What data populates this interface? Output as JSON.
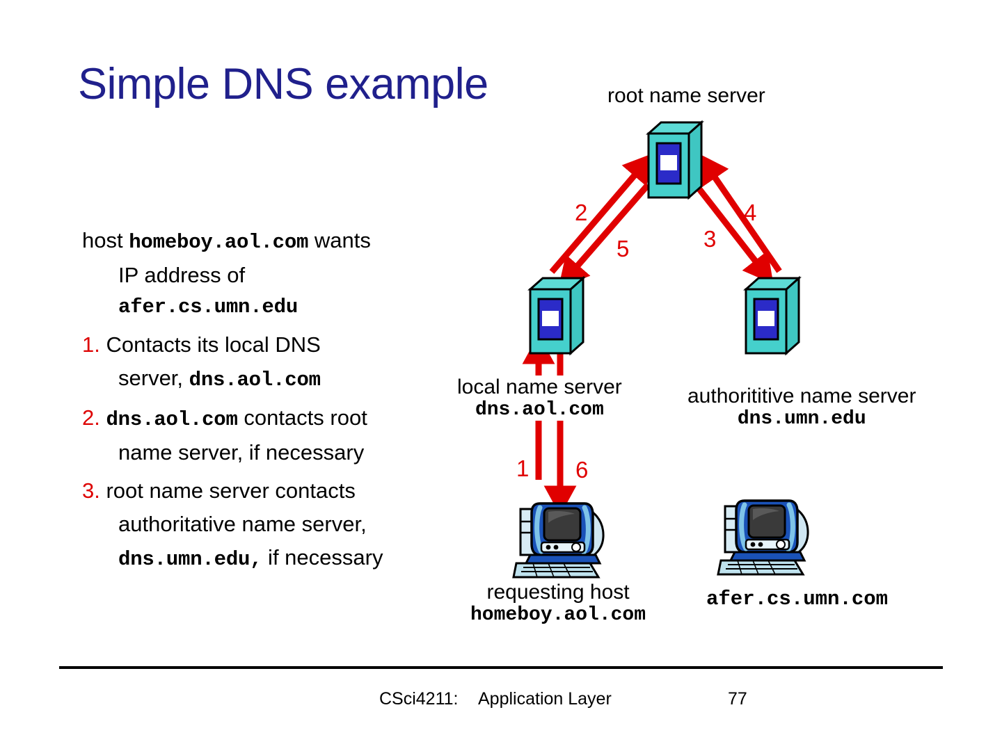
{
  "slide": {
    "title": "Simple DNS example",
    "background_color": "#ffffff",
    "title_color": "#20208c",
    "accent_red": "#e00000",
    "server_cyan": "#45d0cc",
    "server_panel_blue": "#2b2bc8"
  },
  "body": {
    "intro": {
      "lead": "host ",
      "host_name": "homeboy.aol.com",
      "trail": " wants",
      "line2": "IP address of",
      "target_name": "afer.cs.umn.edu"
    },
    "steps": [
      {
        "number": "1.",
        "text_before": " Contacts its local DNS",
        "line2_before": "server, ",
        "line2_mono": "dns.aol.com",
        "line2_after": ""
      },
      {
        "number": "2.",
        "mono_lead": "dns.aol.com",
        "text_after": "  contacts root",
        "line2": "name server, if necessary"
      },
      {
        "number": "3.",
        "text_before": " root name server contacts",
        "line2": "authoritative name server,",
        "line3_mono": "dns.umn.edu,",
        "line3_after": " if necessary"
      }
    ]
  },
  "diagram": {
    "nodes": {
      "root_server": {
        "label": "root name server",
        "icon": "server-box-icon"
      },
      "local_server": {
        "label": "local name server",
        "name": "dns.aol.com",
        "icon": "server-box-icon"
      },
      "auth_server": {
        "label": "authorititive name server",
        "name": "dns.umn.edu",
        "icon": "server-box-icon"
      },
      "requesting_host": {
        "label": "requesting host",
        "name": "homeboy.aol.com",
        "icon": "desktop-pc-icon"
      },
      "target_host": {
        "name": "afer.cs.umn.com",
        "icon": "desktop-pc-icon"
      }
    },
    "steps": {
      "s1": "1",
      "s2": "2",
      "s3": "3",
      "s4": "4",
      "s5": "5",
      "s6": "6"
    }
  },
  "footer": {
    "course": "CSci4211:",
    "topic": "Application Layer",
    "page": "77"
  }
}
